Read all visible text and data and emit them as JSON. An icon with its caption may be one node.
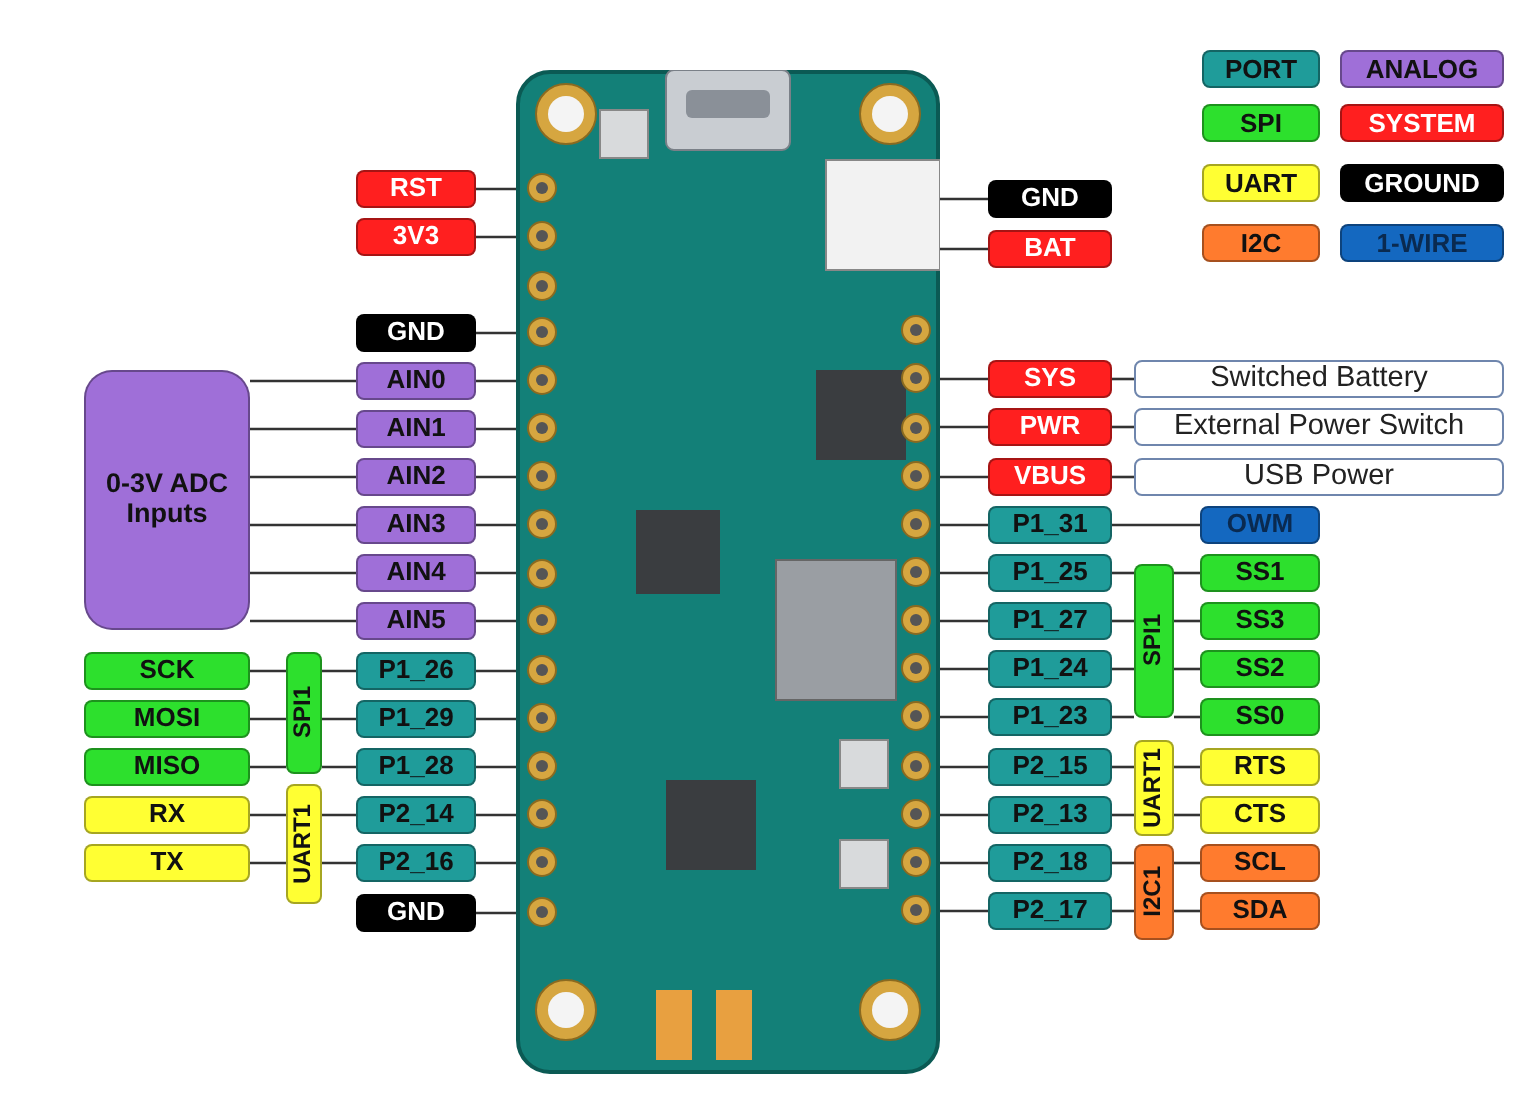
{
  "diagram": {
    "nodes": [
      {
        "text": [],
        "shape": "picture"
      },
      {
        "text": [
          "RST"
        ]
      },
      {
        "text": [
          "3V3"
        ]
      },
      {
        "text": [
          "GND"
        ]
      },
      {
        "text": [
          "AIN0"
        ]
      },
      {
        "text": [
          "AIN1"
        ]
      },
      {
        "text": [
          "AIN2"
        ]
      },
      {
        "text": [
          "AIN3"
        ]
      },
      {
        "text": [
          "AIN4"
        ]
      },
      {
        "text": [
          "AIN5"
        ]
      },
      {
        "text": [
          "0-3V ADC Inputs"
        ]
      },
      {
        "text": [
          "SCK"
        ]
      },
      {
        "text": [
          "MOSI"
        ]
      },
      {
        "text": [
          "MISO"
        ]
      },
      {
        "text": [
          "RX"
        ]
      },
      {
        "text": [
          "TX"
        ]
      },
      {
        "text": [
          "SPI1"
        ]
      },
      {
        "text": [
          "UART1"
        ]
      },
      {
        "text": [
          "P1_26"
        ]
      },
      {
        "text": [
          "P1_29"
        ]
      },
      {
        "text": [
          "P1_28"
        ]
      },
      {
        "text": [
          "P2_14"
        ]
      },
      {
        "text": [
          "P2_16"
        ]
      },
      {
        "text": [
          "GND"
        ]
      },
      {
        "text": [
          "GND"
        ]
      },
      {
        "text": [
          "BAT"
        ]
      },
      {
        "text": [
          "SYS"
        ]
      },
      {
        "text": [
          "Switched Battery"
        ]
      },
      {
        "text": [
          "PWR"
        ]
      },
      {
        "text": [
          "External Power Switch"
        ]
      },
      {
        "text": [
          "VBUS"
        ]
      },
      {
        "text": [
          "USB Power"
        ]
      },
      {
        "text": [
          "P1_31"
        ]
      },
      {
        "text": [
          "OWM"
        ]
      },
      {
        "text": [
          "P1_25"
        ]
      },
      {
        "text": [
          "P1_27"
        ]
      },
      {
        "text": [
          "P1_24"
        ]
      },
      {
        "text": [
          "P1_23"
        ]
      },
      {
        "text": [
          "SPI1"
        ]
      },
      {
        "text": [
          "SS1"
        ]
      },
      {
        "text": [
          "SS3"
        ]
      },
      {
        "text": [
          "SS2"
        ]
      },
      {
        "text": [
          "SS0"
        ]
      },
      {
        "text": [
          "P2_15"
        ]
      },
      {
        "text": [
          "P2_13"
        ]
      },
      {
        "text": [
          "UART1"
        ]
      },
      {
        "text": [
          "RTS"
        ]
      },
      {
        "text": [
          "CTS"
        ]
      },
      {
        "text": [
          "P2_18"
        ]
      },
      {
        "text": [
          "P2_17"
        ]
      },
      {
        "text": [
          "I2C1"
        ]
      },
      {
        "text": [
          "SCL"
        ]
      },
      {
        "text": [
          "SDA"
        ]
      }
    ],
    "edges": [
      {
        "from": 1,
        "to": 0,
        "arrow": "none"
      },
      {
        "from": 2,
        "to": 0,
        "arrow": "none"
      },
      {
        "from": 3,
        "to": 0,
        "arrow": "none"
      },
      {
        "from": 4,
        "to": 0,
        "arrow": "none"
      },
      {
        "from": 5,
        "to": 0,
        "arrow": "none"
      },
      {
        "from": 6,
        "to": 0,
        "arrow": "none"
      },
      {
        "from": 7,
        "to": 0,
        "arrow": "none"
      },
      {
        "from": 8,
        "to": 0,
        "arrow": "none"
      },
      {
        "from": 9,
        "to": 0,
        "arrow": "none"
      },
      {
        "from": 10,
        "to": 4,
        "arrow": "none"
      },
      {
        "from": 10,
        "to": 5,
        "arrow": "none"
      },
      {
        "from": 10,
        "to": 6,
        "arrow": "none"
      },
      {
        "from": 10,
        "to": 7,
        "arrow": "none"
      },
      {
        "from": 10,
        "to": 8,
        "arrow": "none"
      },
      {
        "from": 10,
        "to": 9,
        "arrow": "none"
      },
      {
        "from": 11,
        "to": 16,
        "arrow": "none"
      },
      {
        "from": 12,
        "to": 16,
        "arrow": "none"
      },
      {
        "from": 13,
        "to": 16,
        "arrow": "none"
      },
      {
        "from": 16,
        "to": 18,
        "arrow": "none"
      },
      {
        "from": 16,
        "to": 19,
        "arrow": "none"
      },
      {
        "from": 16,
        "to": 20,
        "arrow": "none"
      },
      {
        "from": 14,
        "to": 17,
        "arrow": "none"
      },
      {
        "from": 15,
        "to": 17,
        "arrow": "none"
      },
      {
        "from": 17,
        "to": 21,
        "arrow": "none"
      },
      {
        "from": 17,
        "to": 22,
        "arrow": "none"
      },
      {
        "from": 18,
        "to": 0,
        "arrow": "none"
      },
      {
        "from": 19,
        "to": 0,
        "arrow": "none"
      },
      {
        "from": 20,
        "to": 0,
        "arrow": "none"
      },
      {
        "from": 21,
        "to": 0,
        "arrow": "none"
      },
      {
        "from": 22,
        "to": 0,
        "arrow": "none"
      },
      {
        "from": 23,
        "to": 0,
        "arrow": "none"
      },
      {
        "from": 0,
        "to": 24,
        "arrow": "none"
      },
      {
        "from": 0,
        "to": 25,
        "arrow": "none"
      },
      {
        "from": 0,
        "to": 26,
        "arrow": "none"
      },
      {
        "from": 26,
        "to": 27,
        "arrow": "none"
      },
      {
        "from": 0,
        "to": 28,
        "arrow": "none"
      },
      {
        "from": 28,
        "to": 29,
        "arrow": "none"
      },
      {
        "from": 0,
        "to": 30,
        "arrow": "none"
      },
      {
        "from": 30,
        "to": 31,
        "arrow": "none"
      },
      {
        "from": 0,
        "to": 32,
        "arrow": "none"
      },
      {
        "from": 32,
        "to": 33,
        "arrow": "none"
      },
      {
        "from": 0,
        "to": 34,
        "arrow": "none"
      },
      {
        "from": 0,
        "to": 35,
        "arrow": "none"
      },
      {
        "from": 0,
        "to": 36,
        "arrow": "none"
      },
      {
        "from": 0,
        "to": 37,
        "arrow": "none"
      },
      {
        "from": 34,
        "to": 38,
        "arrow": "none"
      },
      {
        "from": 35,
        "to": 38,
        "arrow": "none"
      },
      {
        "from": 36,
        "to": 38,
        "arrow": "none"
      },
      {
        "from": 37,
        "to": 38,
        "arrow": "none"
      },
      {
        "from": 38,
        "to": 39,
        "arrow": "none"
      },
      {
        "from": 38,
        "to": 40,
        "arrow": "none"
      },
      {
        "from": 38,
        "to": 41,
        "arrow": "none"
      },
      {
        "from": 38,
        "to": 42,
        "arrow": "none"
      },
      {
        "from": 0,
        "to": 43,
        "arrow": "none"
      },
      {
        "from": 0,
        "to": 44,
        "arrow": "none"
      },
      {
        "from": 43,
        "to": 45,
        "arrow": "none"
      },
      {
        "from": 44,
        "to": 45,
        "arrow": "none"
      },
      {
        "from": 45,
        "to": 46,
        "arrow": "none"
      },
      {
        "from": 45,
        "to": 47,
        "arrow": "none"
      },
      {
        "from": 0,
        "to": 48,
        "arrow": "none"
      },
      {
        "from": 0,
        "to": 49,
        "arrow": "none"
      },
      {
        "from": 48,
        "to": 50,
        "arrow": "none"
      },
      {
        "from": 49,
        "to": 50,
        "arrow": "none"
      },
      {
        "from": 50,
        "to": 51,
        "arrow": "none"
      },
      {
        "from": 50,
        "to": 52,
        "arrow": "none"
      }
    ],
    "legend": [
      {
        "text": "PORT",
        "color": "#1f9c9a"
      },
      {
        "text": "ANALOG",
        "color": "#9f6fd8"
      },
      {
        "text": "SPI",
        "color": "#2de02d"
      },
      {
        "text": "SYSTEM",
        "color": "#ff1f1f"
      },
      {
        "text": "UART",
        "color": "#ffff33"
      },
      {
        "text": "GROUND",
        "color": "#000000"
      },
      {
        "text": "I2C",
        "color": "#ff7b2e"
      },
      {
        "text": "1-WIRE",
        "color": "#1468c0"
      }
    ]
  }
}
